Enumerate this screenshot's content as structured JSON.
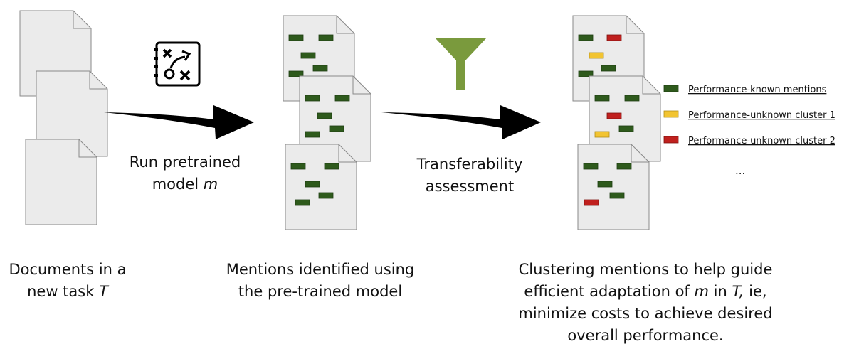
{
  "step1_caption": {
    "line1": "Documents in a",
    "line2_pre": "new task ",
    "line2_var": "T"
  },
  "arrow1_label": {
    "line1": "Run pretrained",
    "line2_pre": "model ",
    "line2_var": "m"
  },
  "step2_caption": {
    "line1": "Mentions identified using",
    "line2": "the pre-trained model"
  },
  "arrow2_label": {
    "line1": "Transferability",
    "line2": "assessment"
  },
  "step3_caption": {
    "line1": "Clustering mentions to help guide",
    "line2_pre": "efficient adaptation of ",
    "line2_var1": "m",
    "line2_mid": " in ",
    "line2_var2": "T,",
    "line2_post": " ie,",
    "line3": "minimize costs to achieve desired",
    "line4": "overall performance."
  },
  "legend": {
    "items": [
      {
        "label": "Performance-known mentions",
        "color": "#2e5a1c"
      },
      {
        "label": "Performance-unknown cluster 1",
        "color": "#f2c431"
      },
      {
        "label": "Performance-unknown cluster 2",
        "color": "#c0201e"
      }
    ],
    "more": "..."
  },
  "colors": {
    "doc_fill": "#ebebeb",
    "doc_stroke": "#8a8a8a",
    "arrow": "#000000",
    "funnel": "#7a9a3d"
  },
  "icons": {
    "model": "strategy-playbook-icon",
    "filter": "funnel-icon"
  }
}
